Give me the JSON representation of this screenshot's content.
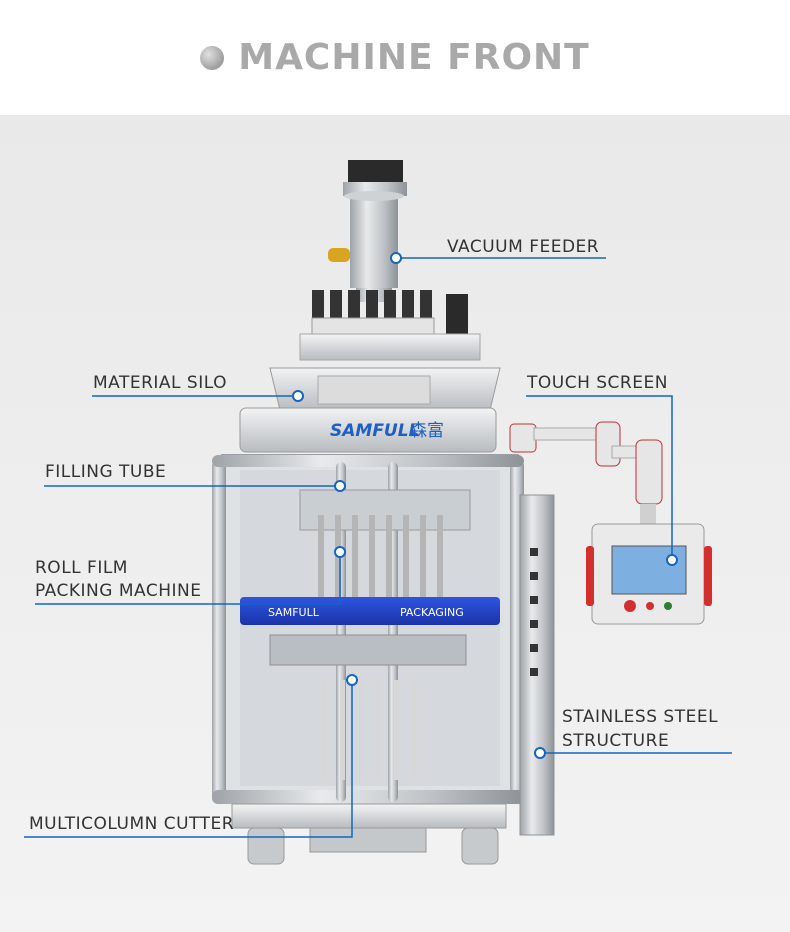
{
  "header": {
    "title": "MACHINE FRONT"
  },
  "labels": {
    "vacuum_feeder": "VACUUM FEEDER",
    "material_silo": "MATERIAL SILO",
    "touch_screen": "TOUCH SCREEN",
    "filling_tube": "FILLING TUBE",
    "roll_film_line1": "ROLL FILM",
    "roll_film_line2": "PACKING MACHINE",
    "stainless_line1": "STAINLESS STEEL",
    "stainless_line2": "STRUCTURE",
    "multicolumn_cutter": "MULTICOLUMN CUTTER"
  },
  "machine": {
    "brand": "SAMFULL",
    "brand_cn": "森富",
    "band_left": "SAMFULL",
    "band_right": "PACKAGING"
  },
  "colors": {
    "accent": "#1565c0",
    "band": "#1e3fc8",
    "title": "#a9a9a9"
  }
}
